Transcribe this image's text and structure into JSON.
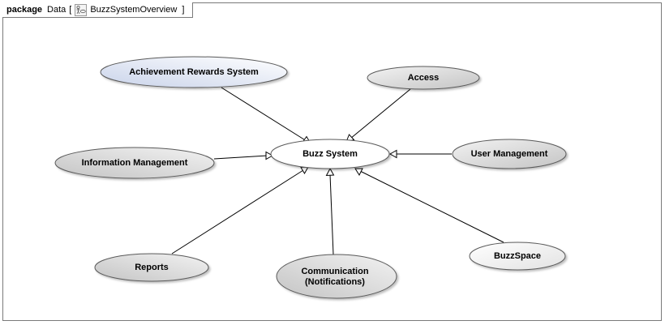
{
  "header": {
    "keyword": "package",
    "name": "Data",
    "open_bracket": "[",
    "diagram_icon": "usecase-diagram-icon",
    "diagram_name": "BuzzSystemOverview",
    "close_bracket": "]"
  },
  "colors": {
    "border": "#7a7a7a",
    "edge": "#000000",
    "gray_fill_light": "#f2f2f2",
    "gray_fill_dark": "#c4c4c4",
    "blue_fill_light": "#ffffff",
    "blue_fill_dark": "#c9d3ea"
  },
  "use_cases": {
    "achievement": "Achievement Rewards System",
    "access": "Access",
    "buzz_system": "Buzz System",
    "information": "Information Management",
    "user_management": "User Management",
    "reports": "Reports",
    "communication_1": "Communication",
    "communication_2": "(Notifications)",
    "buzzspace": "BuzzSpace"
  }
}
